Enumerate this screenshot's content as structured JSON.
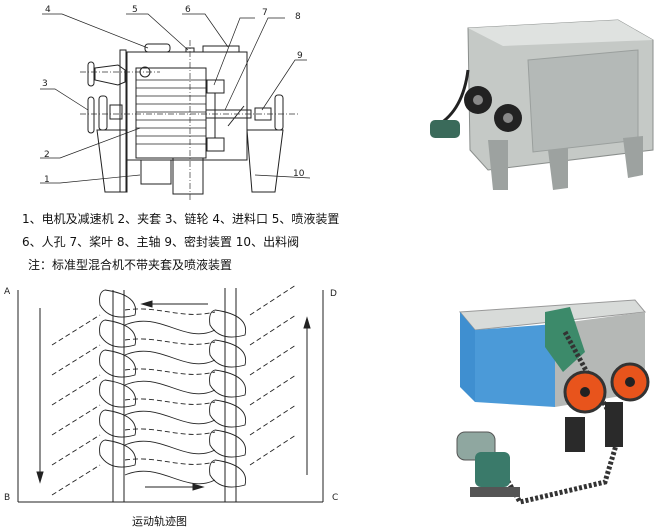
{
  "structure_diagram": {
    "callouts": [
      "1",
      "2",
      "3",
      "4",
      "5",
      "6",
      "7",
      "8",
      "9",
      "10"
    ]
  },
  "legend": {
    "line1": "1、电机及减速机   2、夹套   3、链轮   4、进料口   5、喷液装置",
    "line2": "6、人孔   7、桨叶   8、主轴   9、密封装置   10、出料阀",
    "note": "注：标准型混合机不带夹套及喷液装置"
  },
  "trajectory": {
    "corners": [
      "A",
      "B",
      "C",
      "D"
    ],
    "caption": "运动轨迹图"
  },
  "colors": {
    "photo_body_top": "#c9ccc8",
    "photo_body_bottom": "#3f8fd0",
    "sprocket": "#e8541c",
    "motor": "#3a7a6a"
  }
}
